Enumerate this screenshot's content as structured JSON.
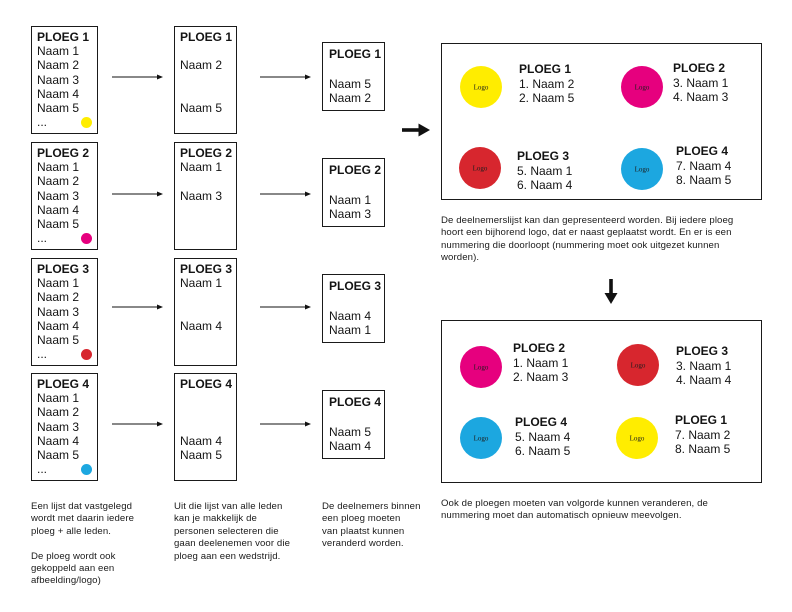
{
  "icons": {
    "flow_arrow": "arrow-right-icon",
    "step_arrow": "arrow-right-bold-icon",
    "down_arrow": "arrow-down-bold-icon"
  },
  "ledenlijst": [
    {
      "title": "PLOEG 1",
      "members": [
        "Naam 1",
        "Naam 2",
        "Naam 3",
        "Naam 4",
        "Naam 5"
      ],
      "more": "...",
      "color": "#FFED00"
    },
    {
      "title": "PLOEG 2",
      "members": [
        "Naam 1",
        "Naam 2",
        "Naam 3",
        "Naam 4",
        "Naam 5"
      ],
      "more": "...",
      "color": "#E6007E"
    },
    {
      "title": "PLOEG 3",
      "members": [
        "Naam 1",
        "Naam 2",
        "Naam 3",
        "Naam 4",
        "Naam 5"
      ],
      "more": "...",
      "color": "#D7262E"
    },
    {
      "title": "PLOEG 4",
      "members": [
        "Naam 1",
        "Naam 2",
        "Naam 3",
        "Naam 4",
        "Naam 5"
      ],
      "more": "...",
      "color": "#1CA7E0"
    }
  ],
  "selectie": [
    {
      "title": "PLOEG 1",
      "selected": [
        "Naam 2",
        "Naam 5"
      ]
    },
    {
      "title": "PLOEG 2",
      "selected": [
        "Naam 1",
        "Naam 3"
      ]
    },
    {
      "title": "PLOEG 3",
      "selected": [
        "Naam 1",
        "Naam 4"
      ]
    },
    {
      "title": "PLOEG 4",
      "selected": [
        "Naam 4",
        "Naam 5"
      ]
    }
  ],
  "volgorde": [
    {
      "title": "PLOEG 1",
      "names": [
        "Naam 5",
        "Naam 2"
      ]
    },
    {
      "title": "PLOEG 2",
      "names": [
        "Naam 1",
        "Naam 3"
      ]
    },
    {
      "title": "PLOEG 3",
      "names": [
        "Naam 4",
        "Naam 1"
      ]
    },
    {
      "title": "PLOEG 4",
      "names": [
        "Naam 5",
        "Naam 4"
      ]
    }
  ],
  "presentatie": {
    "entries": [
      {
        "title": "PLOEG 1",
        "logo": "Logo",
        "lines": [
          "1. Naam 2",
          "2. Naam 5"
        ],
        "color": "#FFED00"
      },
      {
        "title": "PLOEG 2",
        "logo": "Logo",
        "lines": [
          "3. Naam 1",
          "4. Naam 3"
        ],
        "color": "#E6007E"
      },
      {
        "title": "PLOEG 3",
        "logo": "Logo",
        "lines": [
          "5. Naam 1",
          "6. Naam 4"
        ],
        "color": "#D7262E"
      },
      {
        "title": "PLOEG 4",
        "logo": "Logo",
        "lines": [
          "7. Naam 4",
          "8. Naam 5"
        ],
        "color": "#1CA7E0"
      }
    ],
    "caption": [
      "De deelnemerslijst kan dan gepresenteerd worden. Bij iedere ploeg",
      "hoort een bijhorend logo, dat er naast geplaatst wordt. En er is een",
      "nummering die doorloopt (nummering moet ook uitgezet kunnen",
      "worden)."
    ]
  },
  "herschikt": {
    "entries": [
      {
        "title": "PLOEG 2",
        "logo": "Logo",
        "lines": [
          "1. Naam 1",
          "2. Naam 3"
        ],
        "color": "#E6007E"
      },
      {
        "title": "PLOEG 3",
        "logo": "Logo",
        "lines": [
          "3. Naam 1",
          "4. Naam 4"
        ],
        "color": "#D7262E"
      },
      {
        "title": "PLOEG 4",
        "logo": "Logo",
        "lines": [
          "5. Naam 4",
          "6. Naam 5"
        ],
        "color": "#1CA7E0"
      },
      {
        "title": "PLOEG 1",
        "logo": "Logo",
        "lines": [
          "7. Naam 2",
          "8. Naam 5"
        ],
        "color": "#FFED00"
      }
    ],
    "caption": [
      "Ook de ploegen moeten van volgorde kunnen veranderen, de",
      "nummering moet dan automatisch opnieuw meevolgen."
    ]
  },
  "captions": {
    "ledenlijst": [
      [
        "Een lijst dat vastgelegd",
        "wordt met daarin iedere",
        "ploeg + alle leden."
      ],
      [
        "De ploeg wordt ook",
        "gekoppeld aan een",
        "afbeelding/logo)"
      ]
    ],
    "selectie": [
      "Uit die lijst van alle leden",
      "kan je makkelijk de",
      "personen selecteren die",
      "gaan deelenemen voor die",
      "ploeg aan een wedstrijd."
    ],
    "volgorde": [
      "De deelnemers binnen",
      "een ploeg moeten",
      "van plaatst kunnen",
      "veranderd worden."
    ]
  }
}
